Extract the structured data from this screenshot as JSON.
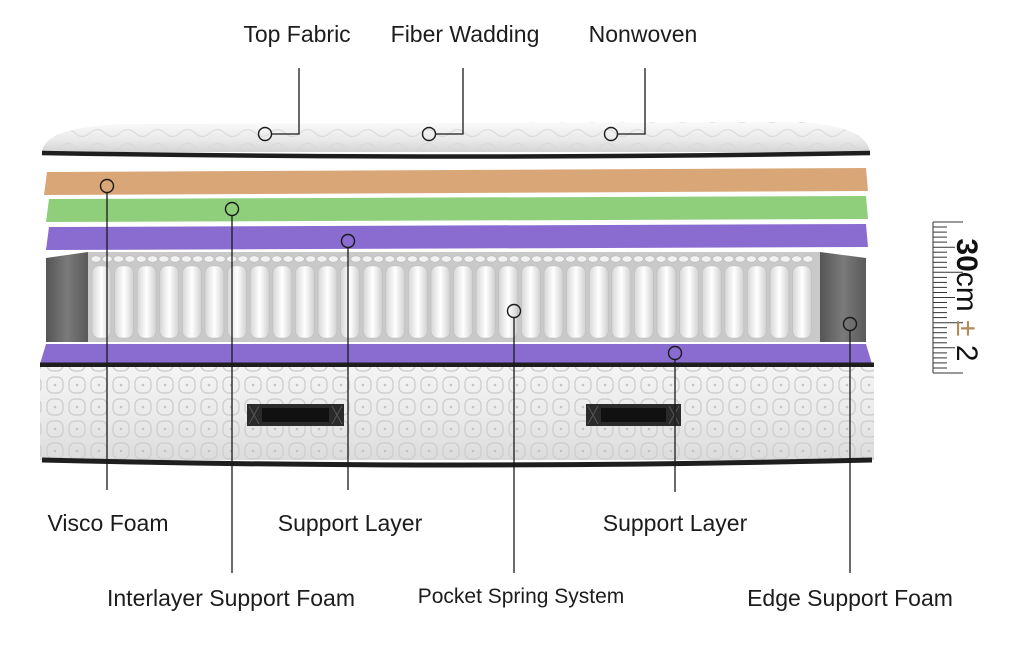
{
  "labels": {
    "top_fabric": "Top Fabric",
    "fiber_wadding": "Fiber Wadding",
    "nonwoven": "Nonwoven",
    "visco_foam": "Visco Foam",
    "support_layer_upper": "Support Layer",
    "support_layer_lower": "Support Layer",
    "interlayer_support_foam": "Interlayer Support Foam",
    "pocket_spring_system": "Pocket Spring System",
    "edge_support_foam": "Edge Support Foam"
  },
  "height": {
    "value": "30",
    "unit": "cm",
    "tolerance_sign": "±",
    "tolerance": "2"
  },
  "colors": {
    "visco_foam": "#d9a777",
    "interlayer_foam": "#8fcf7c",
    "support_layer": "#8a6bd0",
    "edge_foam": "#6e6e6e",
    "fabric": "#ececec",
    "piping": "#1e1e1e",
    "tolerance_accent": "#b58a5a"
  }
}
